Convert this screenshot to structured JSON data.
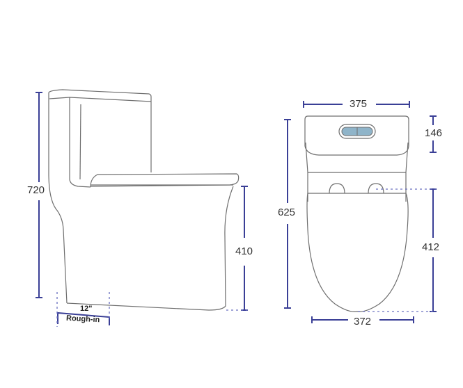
{
  "colors": {
    "outline": "#6e6e6e",
    "dimension": "#3a3f96",
    "button": "#8fb4c9",
    "background": "#ffffff"
  },
  "side_view": {
    "height_label": "720",
    "bowl_height_label": "410",
    "rough_in_value": "12\"",
    "rough_in_label": "Rough-in"
  },
  "top_view": {
    "tank_width_label": "375",
    "tank_depth_label": "146",
    "overall_length_label": "625",
    "bowl_length_label": "412",
    "bowl_width_label": "372"
  }
}
